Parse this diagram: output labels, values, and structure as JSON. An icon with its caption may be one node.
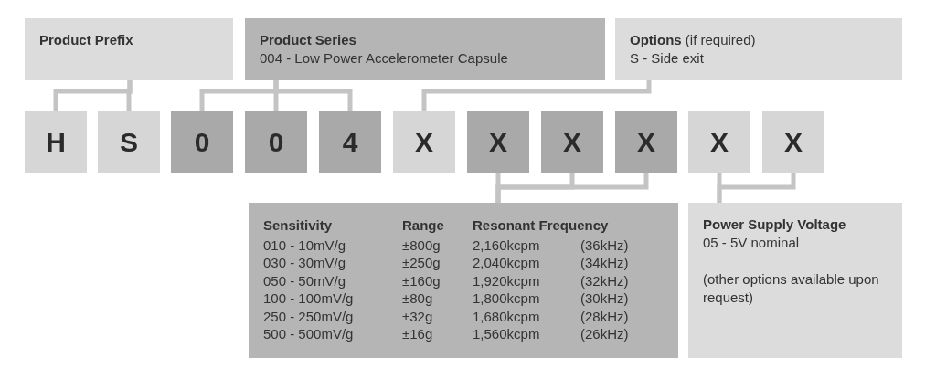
{
  "diagram": {
    "nodes": [
      {
        "text": [
          "Product Prefix"
        ]
      },
      {
        "text": [
          "Product Series",
          "004 - Low Power Accelerometer Capsule"
        ]
      },
      {
        "text": [
          "**Options** (if required)",
          "S - Side exit"
        ]
      },
      {
        "text": [
          "H"
        ]
      },
      {
        "text": [
          "S"
        ]
      },
      {
        "text": [
          "0"
        ]
      },
      {
        "text": [
          "0"
        ]
      },
      {
        "text": [
          "4"
        ]
      },
      {
        "text": [
          "X"
        ]
      },
      {
        "text": [
          "X"
        ]
      },
      {
        "text": [
          "X"
        ]
      },
      {
        "text": [
          "X"
        ]
      },
      {
        "text": [
          "X"
        ]
      },
      {
        "text": [
          "X"
        ]
      },
      {
        "text": [
          "Sensitivity",
          "Range",
          "Resonant Frequency",
          "010 - 10mV/g",
          "±800g",
          "2,160kcpm",
          "(36kHz)",
          "030 - 30mV/g",
          "±250g",
          "2,040kcpm",
          "(34kHz)",
          "050 - 50mV/g",
          "±160g",
          "1,920kcpm",
          "(32kHz)",
          "100 - 100mV/g",
          "±80g",
          "1,800kcpm",
          "(30kHz)",
          "250 - 250mV/g",
          "±32g",
          "1,680kcpm",
          "(28kHz)",
          "500 - 500mV/g",
          "±16g",
          "1,560kcpm",
          "(26kHz)"
        ]
      },
      {
        "text": [
          "Power Supply Voltage",
          "05 - 5V nominal",
          "(other options available upon request)"
        ]
      }
    ],
    "edges": [
      {
        "from": 0,
        "to": 3,
        "arrow": "none"
      },
      {
        "from": 0,
        "to": 4,
        "arrow": "none"
      },
      {
        "from": 1,
        "to": 5,
        "arrow": "none"
      },
      {
        "from": 1,
        "to": 6,
        "arrow": "none"
      },
      {
        "from": 1,
        "to": 7,
        "arrow": "none"
      },
      {
        "from": 2,
        "to": 8,
        "arrow": "none"
      },
      {
        "from": 9,
        "to": 14,
        "arrow": "none"
      },
      {
        "from": 10,
        "to": 14,
        "arrow": "none"
      },
      {
        "from": 11,
        "to": 14,
        "arrow": "none"
      },
      {
        "from": 12,
        "to": 15,
        "arrow": "none"
      },
      {
        "from": 13,
        "to": 15,
        "arrow": "none"
      }
    ]
  }
}
